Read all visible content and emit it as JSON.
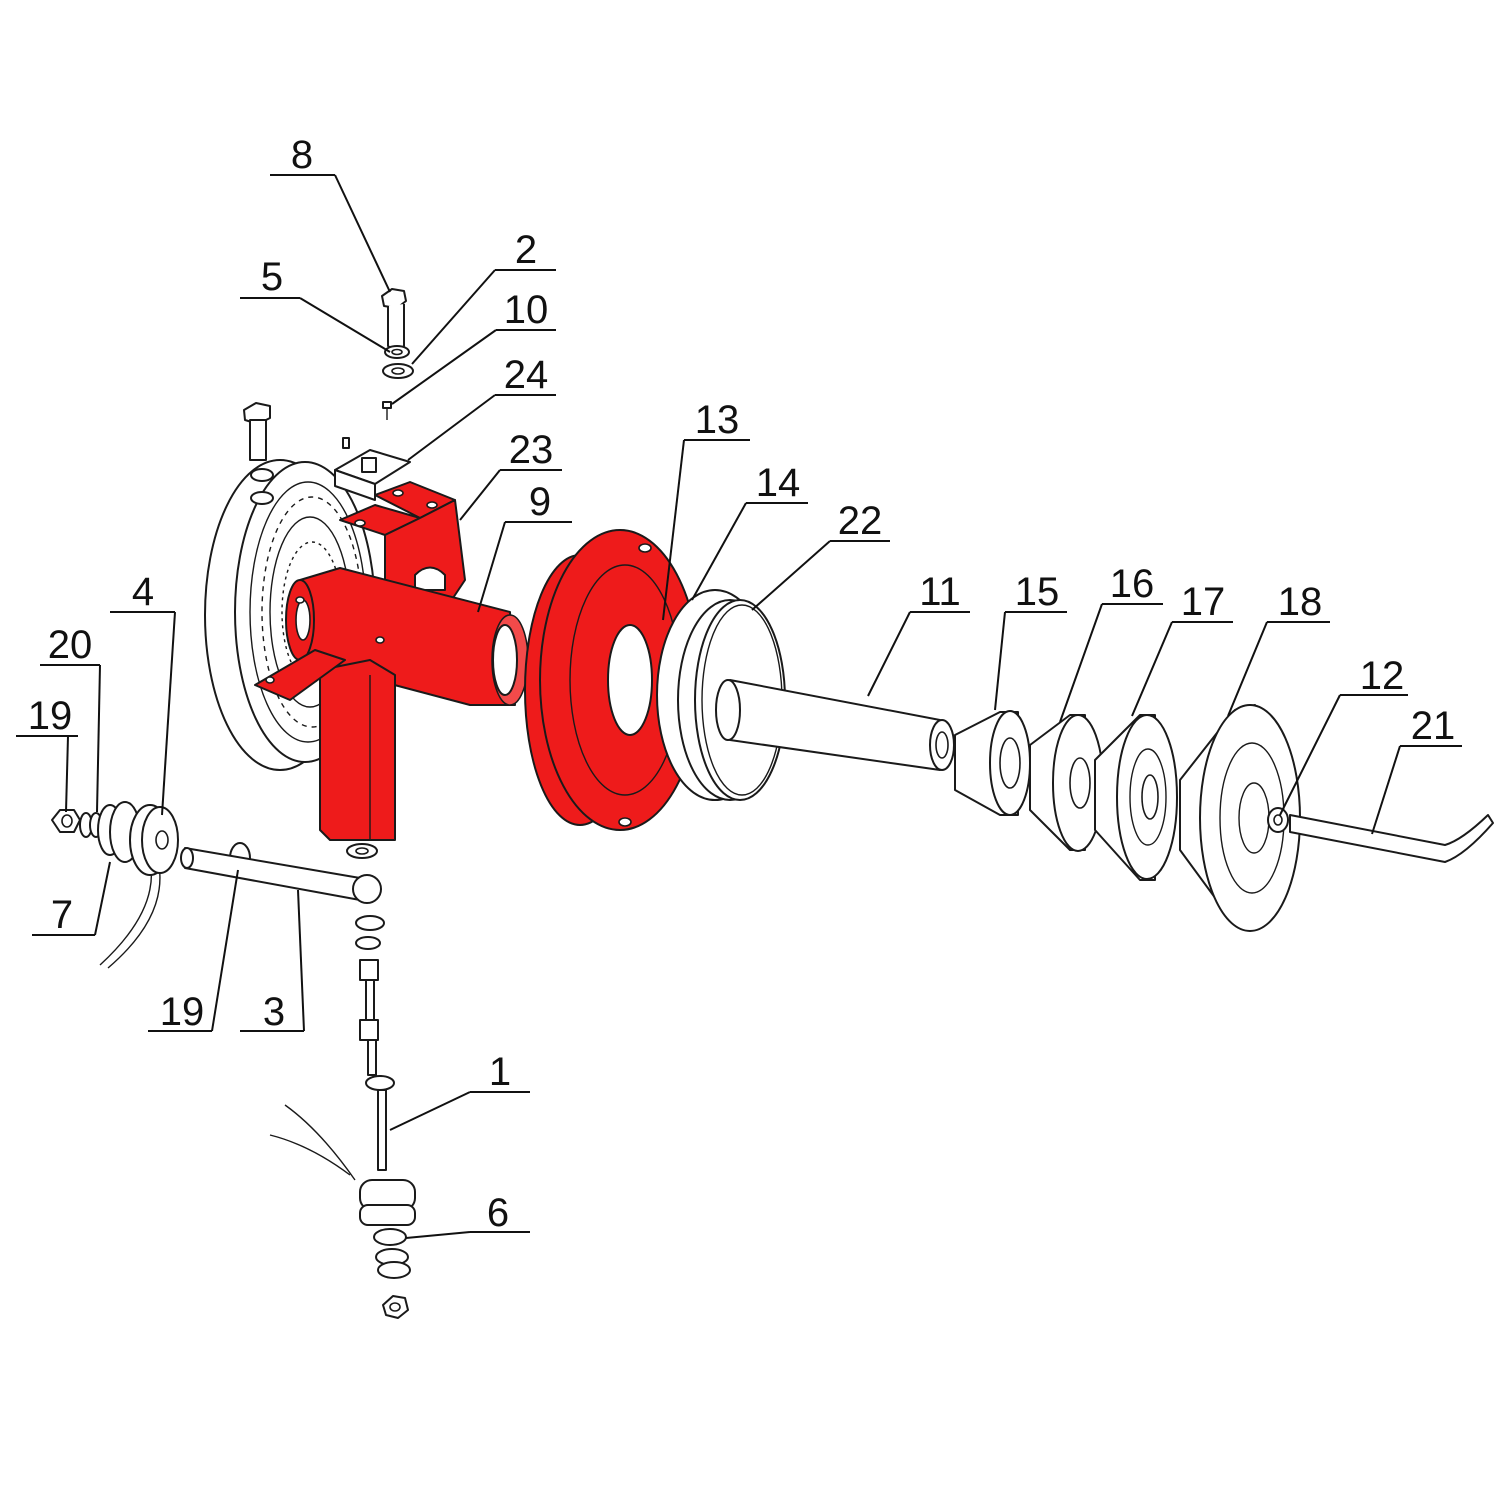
{
  "diagram": {
    "accent_color": "#ee1b1b",
    "callouts": [
      {
        "id": "c8",
        "label": "8"
      },
      {
        "id": "c5",
        "label": "5"
      },
      {
        "id": "c2",
        "label": "2"
      },
      {
        "id": "c10",
        "label": "10"
      },
      {
        "id": "c24",
        "label": "24"
      },
      {
        "id": "c23",
        "label": "23"
      },
      {
        "id": "c9",
        "label": "9"
      },
      {
        "id": "c13",
        "label": "13"
      },
      {
        "id": "c14",
        "label": "14"
      },
      {
        "id": "c22",
        "label": "22"
      },
      {
        "id": "c11",
        "label": "11"
      },
      {
        "id": "c15",
        "label": "15"
      },
      {
        "id": "c16",
        "label": "16"
      },
      {
        "id": "c17",
        "label": "17"
      },
      {
        "id": "c18",
        "label": "18"
      },
      {
        "id": "c12",
        "label": "12"
      },
      {
        "id": "c21",
        "label": "21"
      },
      {
        "id": "c4",
        "label": "4"
      },
      {
        "id": "c20",
        "label": "20"
      },
      {
        "id": "c19a",
        "label": "19"
      },
      {
        "id": "c7",
        "label": "7"
      },
      {
        "id": "c19b",
        "label": "19"
      },
      {
        "id": "c3",
        "label": "3"
      },
      {
        "id": "c1",
        "label": "1"
      },
      {
        "id": "c6",
        "label": "6"
      }
    ]
  }
}
